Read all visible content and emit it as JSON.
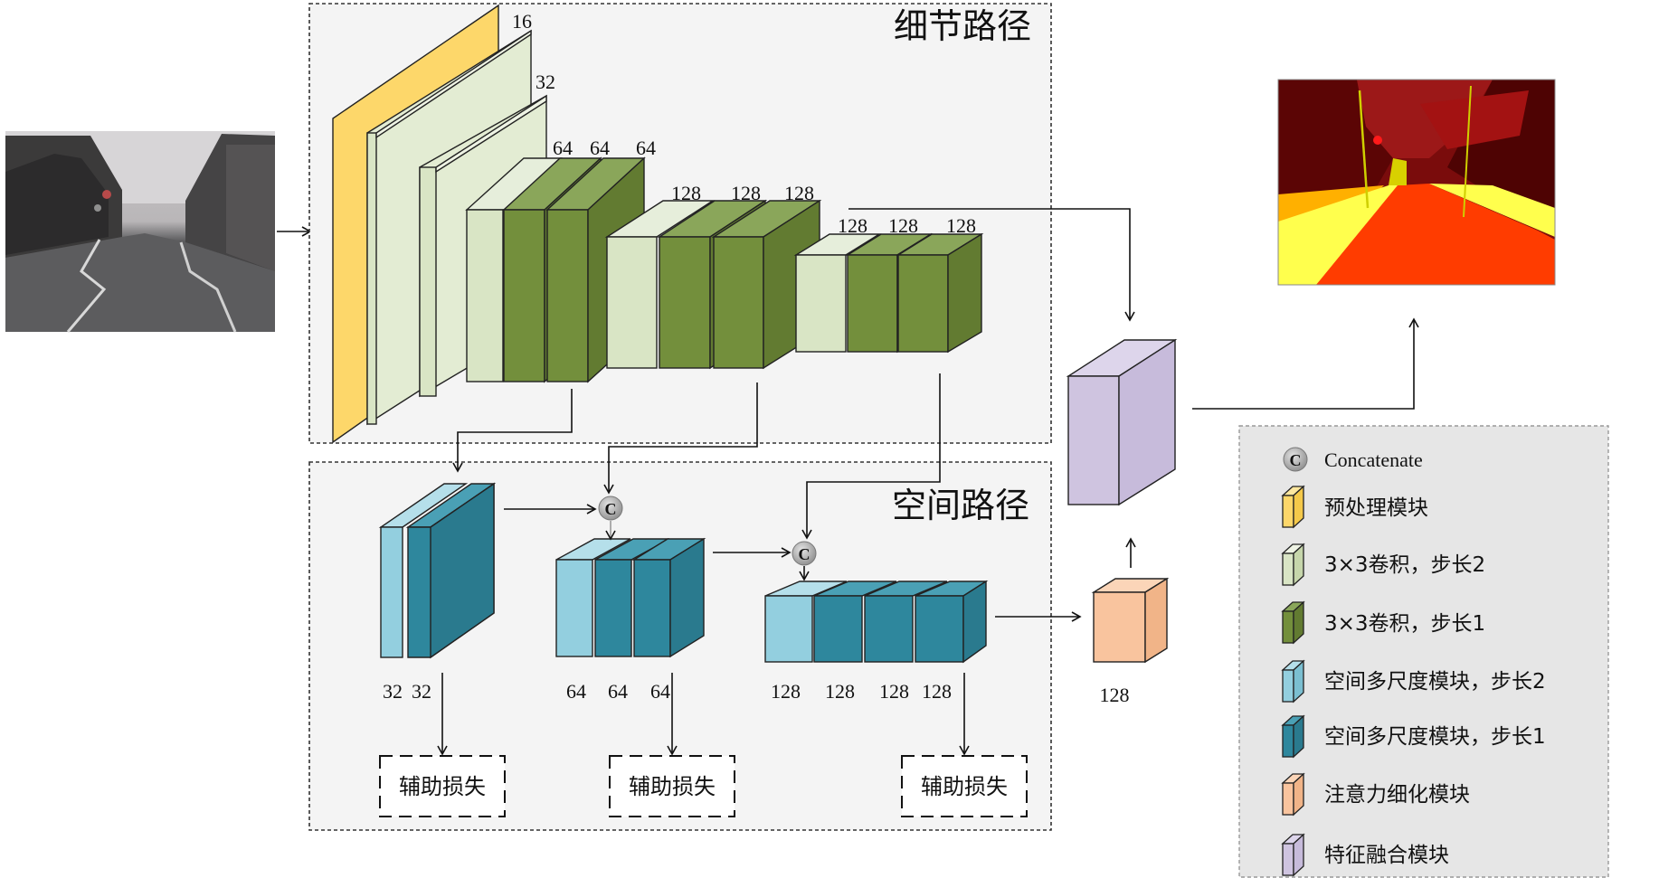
{
  "detail_path": {
    "title": "细节路径",
    "labels": [
      "16",
      "32",
      "64",
      "64",
      "64",
      "128",
      "128",
      "128",
      "128",
      "128",
      "128"
    ]
  },
  "spatial_path": {
    "title": "空间路径",
    "labels": [
      "32",
      "32",
      "64",
      "64",
      "64",
      "128",
      "128",
      "128",
      "128"
    ],
    "aux_loss": [
      "辅助损失",
      "辅助损失",
      "辅助损失"
    ],
    "concat_symbol": "C"
  },
  "attention_label": "128",
  "legend": {
    "items": [
      {
        "icon": "concatenate-icon",
        "label": "Concatenate"
      },
      {
        "icon": "preprocess-block-icon",
        "label": "预处理模块",
        "color": "#fdd76a"
      },
      {
        "icon": "conv3x3-stride2-icon",
        "label": "3×3卷积，步长2",
        "color": "#d9e5c5"
      },
      {
        "icon": "conv3x3-stride1-icon",
        "label": "3×3卷积，步长1",
        "color": "#738f3c"
      },
      {
        "icon": "spatial-multiscale-stride2-icon",
        "label": "空间多尺度模块，步长2",
        "color": "#93cfdf"
      },
      {
        "icon": "spatial-multiscale-stride1-icon",
        "label": "空间多尺度模块，步长1",
        "color": "#2e879d"
      },
      {
        "icon": "attention-refine-icon",
        "label": "注意力细化模块",
        "color": "#f9c49e"
      },
      {
        "icon": "feature-fusion-icon",
        "label": "特征融合模块",
        "color": "#cfc4e0"
      }
    ]
  }
}
